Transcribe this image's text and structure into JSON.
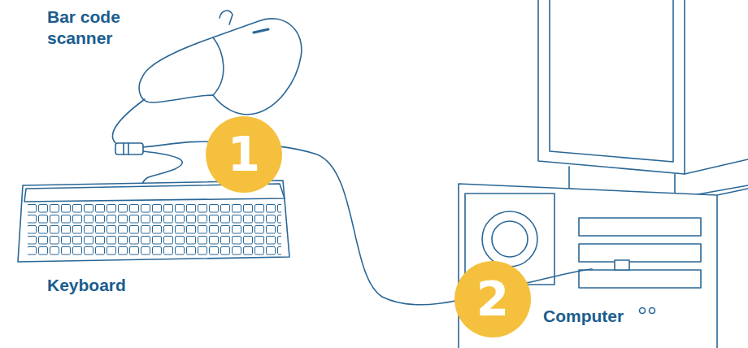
{
  "diagram": {
    "nodes": [
      {
        "text": [
          "1"
        ]
      },
      {
        "text": [
          "2"
        ]
      }
    ],
    "labels": [
      "Bar code scanner",
      "Keyboard",
      "Computer"
    ]
  }
}
